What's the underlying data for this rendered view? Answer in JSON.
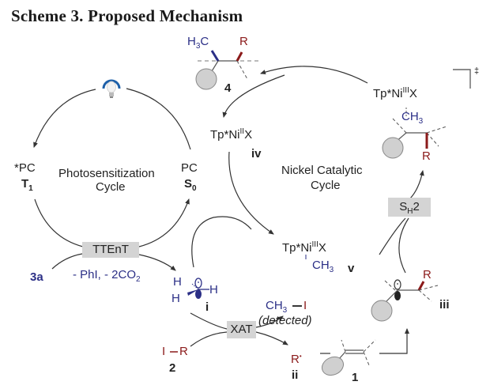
{
  "title": "Scheme 3. Proposed Mechanism",
  "photo_cycle": {
    "label_line1": "Photosensitization",
    "label_line2": "Cycle",
    "excited_pc": "*PC",
    "excited_state": "T",
    "excited_state_sub": "1",
    "ground_pc": "PC",
    "ground_state": "S",
    "ground_state_sub": "0",
    "light_icon": "light-bulb-icon"
  },
  "ttent": {
    "label": "TTEnT",
    "reagent": "3a",
    "byproducts": "- PhI, - 2CO",
    "byproducts_sub": "2"
  },
  "nickel_cycle": {
    "label_line1": "Nickel Catalytic",
    "label_line2": "Cycle",
    "iv_label": "Tp*Ni",
    "iv_ox": "II",
    "iv_x": "X",
    "iv_id": "iv",
    "v_label": "Tp*Ni",
    "v_ox": "III",
    "v_x": "X",
    "v_methyl": "CH",
    "v_methyl_sub": "3",
    "v_id": "v",
    "ts_label": "Tp*Ni",
    "ts_ox": "III",
    "ts_x": "X",
    "ts_methyl": "CH",
    "ts_methyl_sub": "3",
    "ts_R": "R",
    "ts_symbol": "‡",
    "sh2_label": "S",
    "sh2_sub": "H",
    "sh2_suffix": "2"
  },
  "product": {
    "methyl": "H",
    "methyl_sub": "3",
    "methyl_suffix": "C",
    "R": "R",
    "id": "4"
  },
  "methyl_radical": {
    "H1": "H",
    "H2": "H",
    "H3": "H",
    "id": "i"
  },
  "xat": {
    "label": "XAT",
    "mei": "CH",
    "mei_sub": "3",
    "mei_iodide": "I",
    "detected": "(detected)",
    "alkyl_iodide_I": "I",
    "alkyl_iodide_R": "R",
    "alkyl_iodide_id": "2",
    "radical": "R",
    "radical_dot": "•",
    "radical_id": "ii"
  },
  "alkene": {
    "id": "1"
  },
  "radical_adduct": {
    "R": "R",
    "id": "iii"
  },
  "colors": {
    "blue": "#2b2f86",
    "red": "#8b1a1a",
    "box_gray": "#d4d4d4",
    "sphere_gray": "#d0d0d0",
    "bulb_blue": "#1d5fa8"
  }
}
